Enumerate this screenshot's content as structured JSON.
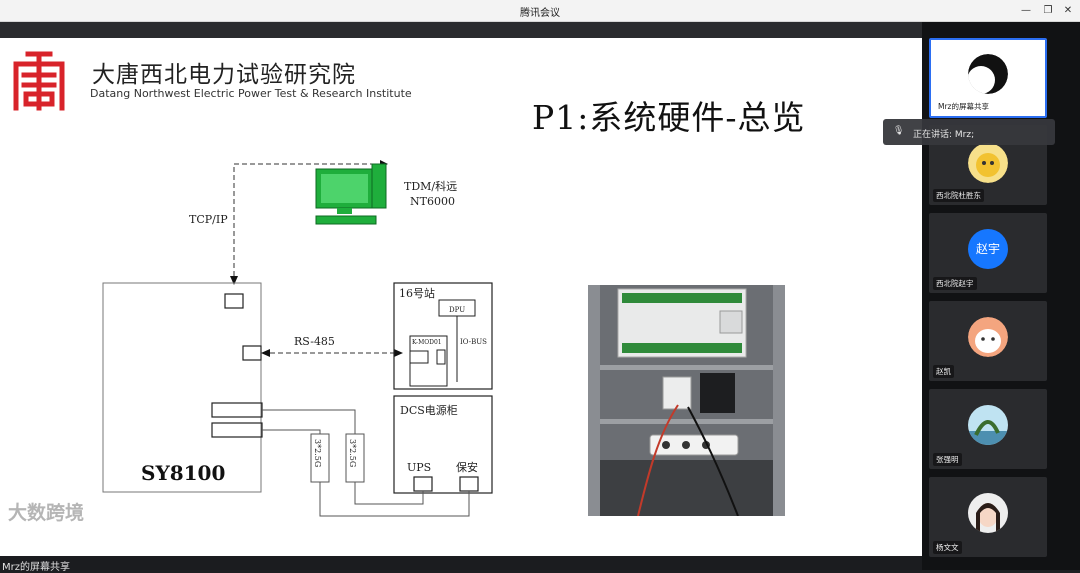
{
  "app": {
    "title": "腾讯会议"
  },
  "slide": {
    "institute_cn": "大唐西北电力试验研究院",
    "institute_en": "Datang Northwest Electric Power Test & Research Institute",
    "title": "P1:系统硬件-总览",
    "diagram": {
      "tcpip_label": "TCP/IP",
      "workstation_label_1": "TDM/科远",
      "workstation_label_2": "NT6000",
      "rs485_label": "RS-485",
      "station_label": "16号站",
      "dpu_label": "DPU",
      "kmod_label": "K-MOD01",
      "iobus_label": "IO-BUS",
      "dcs_label": "DCS电源柜",
      "ups_label": "UPS",
      "baoan_label": "保安",
      "cable1_label": "3*2.5G",
      "cable2_label": "3*2.5G",
      "main_label": "SY8100"
    }
  },
  "watermark": "大数跨境",
  "share_tag": "Mrz的屏幕共享",
  "speaking": {
    "text": "正在讲话: Mrz;"
  },
  "participants": [
    {
      "name": "Mrz的屏幕共享"
    },
    {
      "name": "西北院杜胜东"
    },
    {
      "name": "西北院赵宇",
      "avatar_text": "赵宇"
    },
    {
      "name": "赵凯"
    },
    {
      "name": "张强明"
    },
    {
      "name": "杨文文"
    }
  ],
  "colors": {
    "accent": "#2b6ef2",
    "logo_red": "#d8232a",
    "pc_green": "#1fae3c"
  }
}
